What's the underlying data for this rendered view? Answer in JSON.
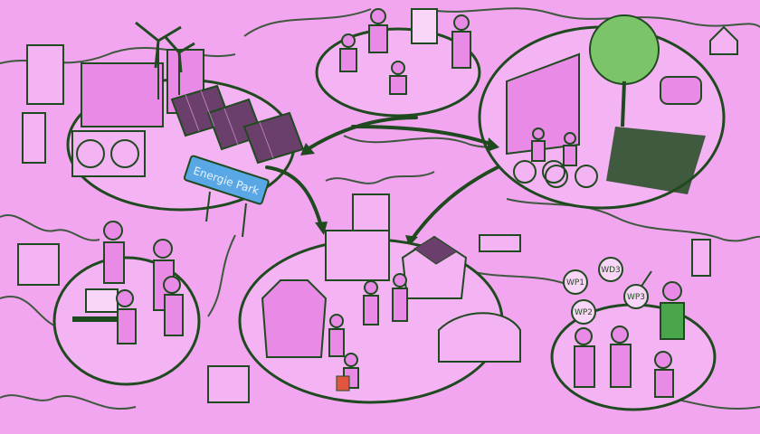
{
  "illustration": {
    "sign_text": "Energie Park",
    "badges": [
      "WP1",
      "WD3",
      "WP3",
      "WP2"
    ]
  },
  "colors": {
    "background": "#f2a6f0",
    "line": "#1f4a1f",
    "pink_fill": "#e98ae6",
    "panel": "#6b3f6b",
    "tree": "#7cc46a",
    "sign": "#5aa7e6",
    "sweater": "#4aa64a"
  }
}
